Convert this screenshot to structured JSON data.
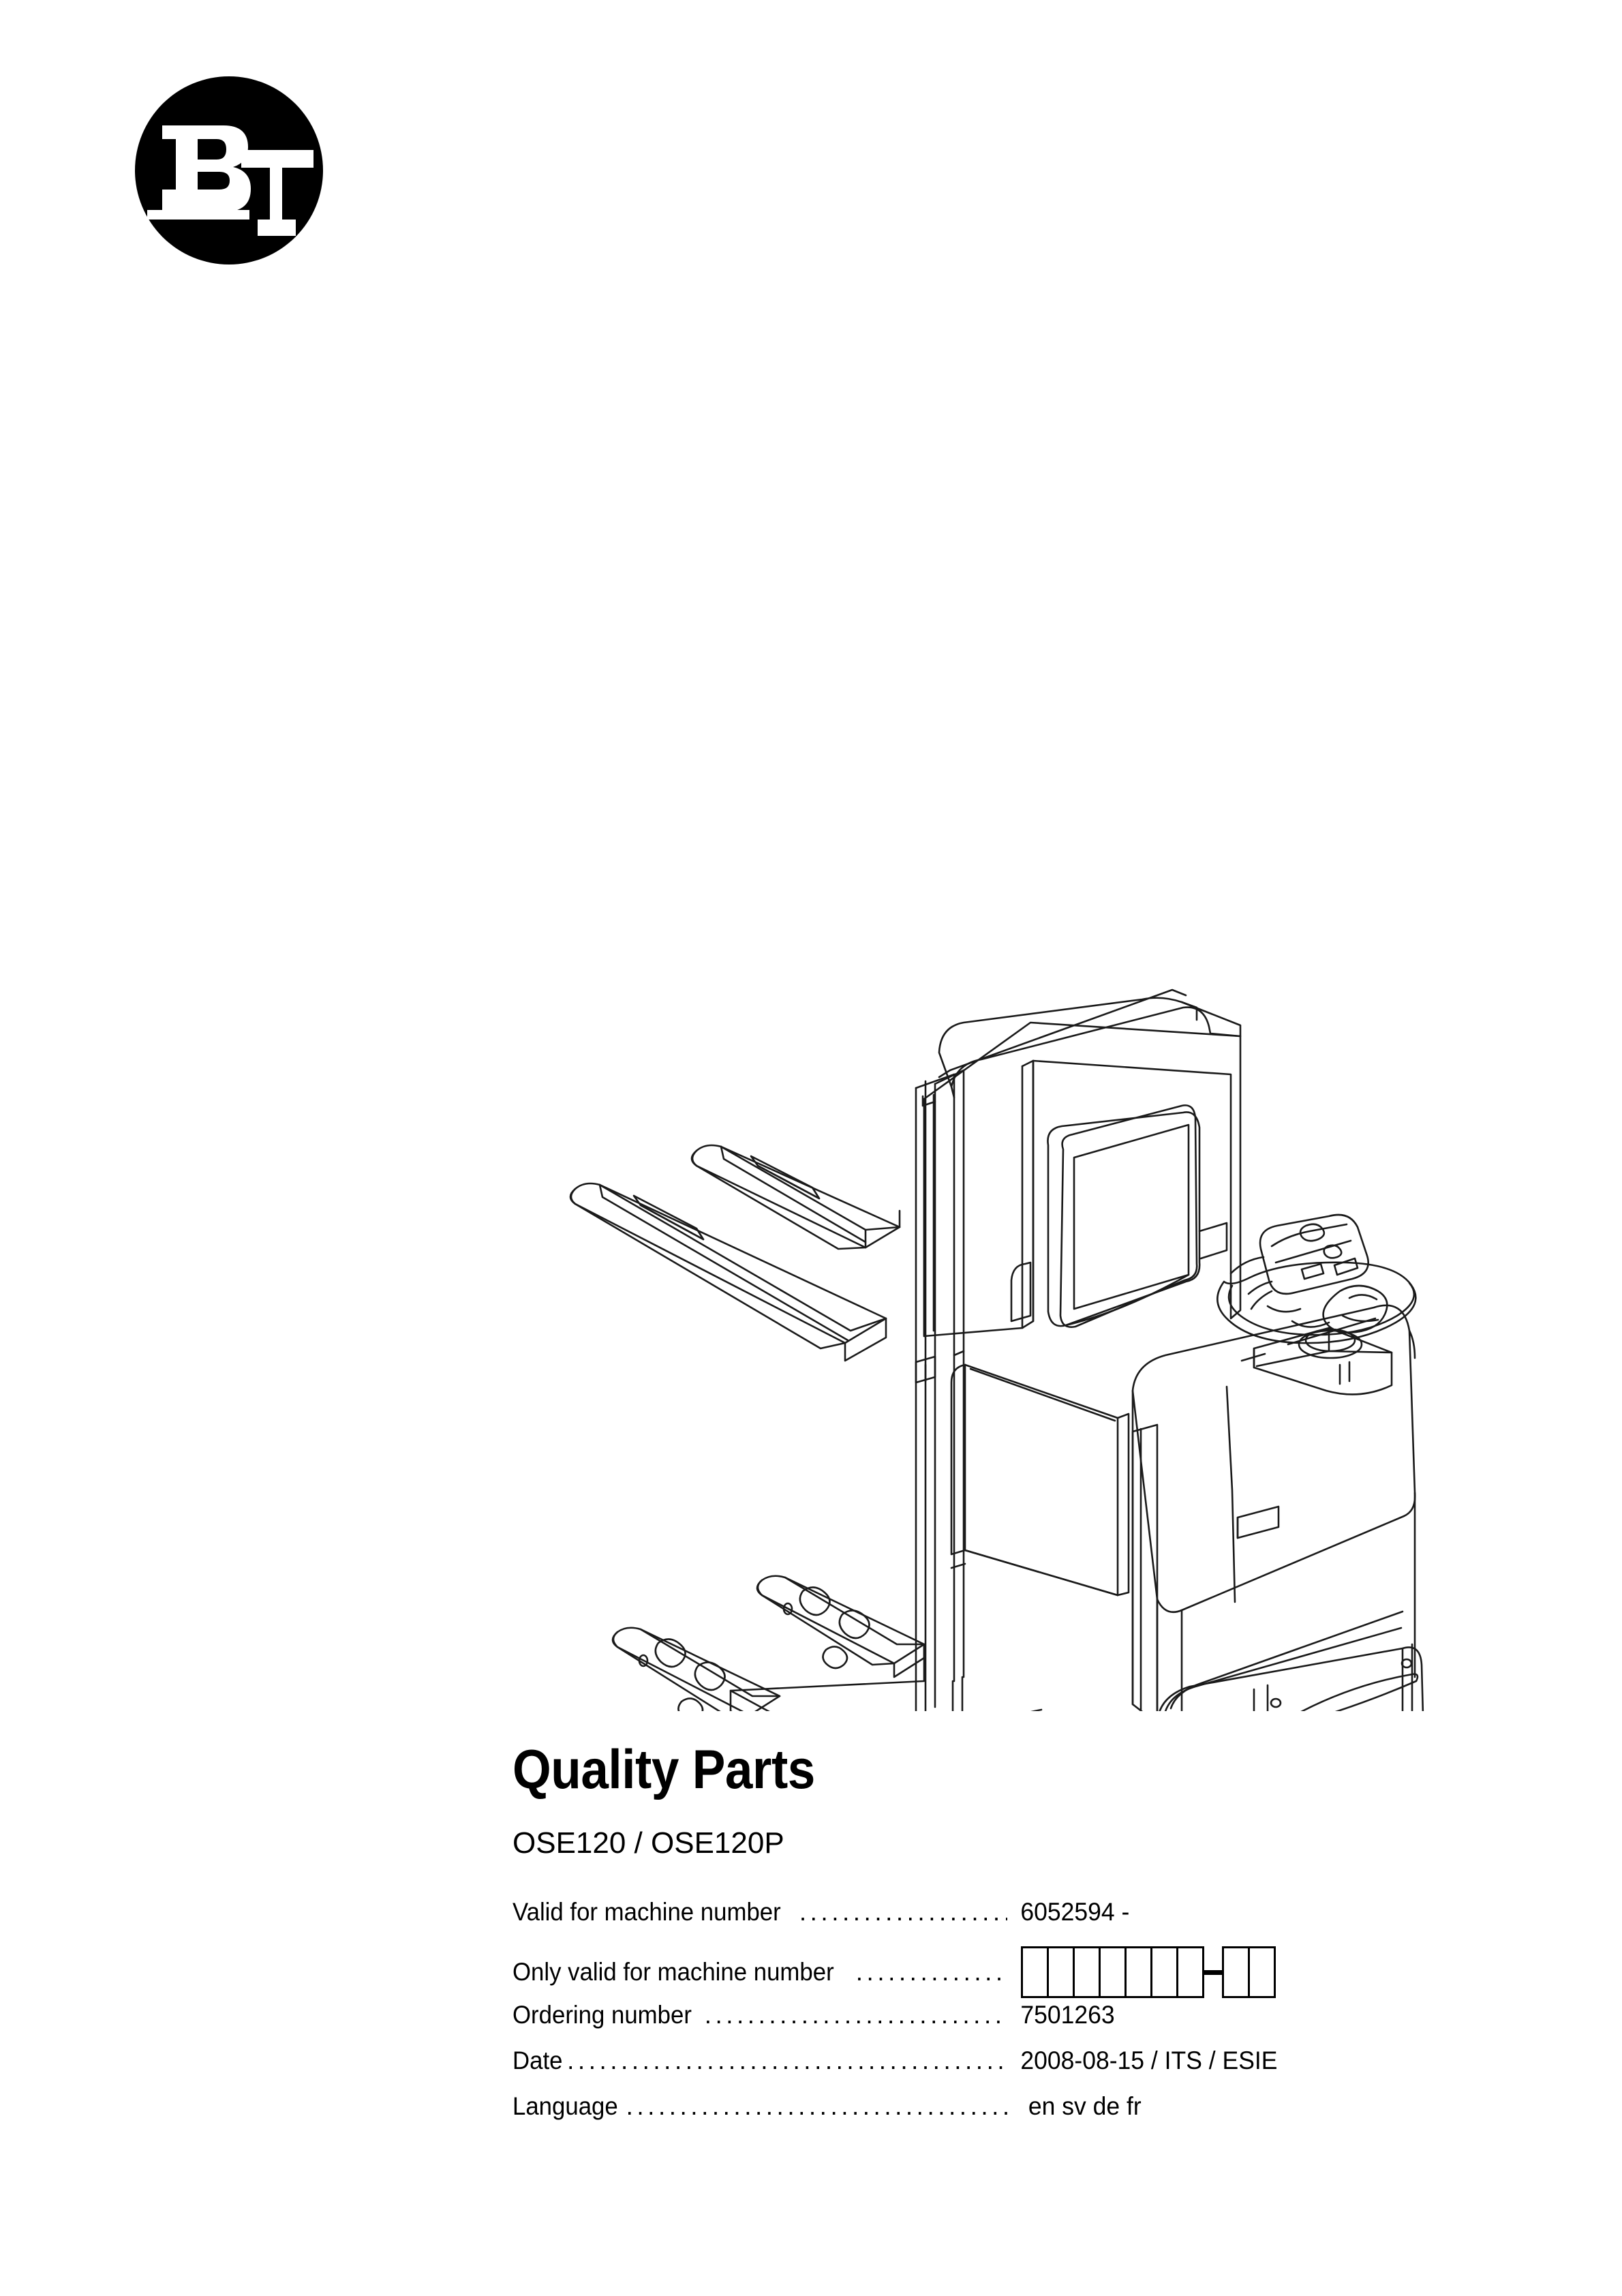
{
  "logo": {
    "brand": "BT",
    "letter_b": "B",
    "letter_t": "T"
  },
  "illustration": {
    "alt_name": "ose120-order-picker-line-drawing"
  },
  "document": {
    "title": "Quality Parts",
    "model": "OSE120 / OSE120P"
  },
  "spec": {
    "leader_dots": "..............................................................................................",
    "rows": [
      {
        "label": "Valid for machine number",
        "value": "6052594 -",
        "type": "text"
      },
      {
        "label": "Only valid for machine number",
        "value": "",
        "type": "boxes"
      },
      {
        "label": "Ordering number ",
        "value": "7501263",
        "type": "text"
      },
      {
        "label": "Date ",
        "value": "2008-08-15 / ITS / ESIE",
        "type": "text"
      },
      {
        "label": "Language",
        "value": "en sv de fr",
        "type": "text"
      }
    ],
    "machine_number_boxes": {
      "group1_count": 7,
      "separator": "-",
      "group2_count": 2
    }
  },
  "colors": {
    "ink": "#000000",
    "paper": "#ffffff",
    "line": "#1a1a1a"
  }
}
